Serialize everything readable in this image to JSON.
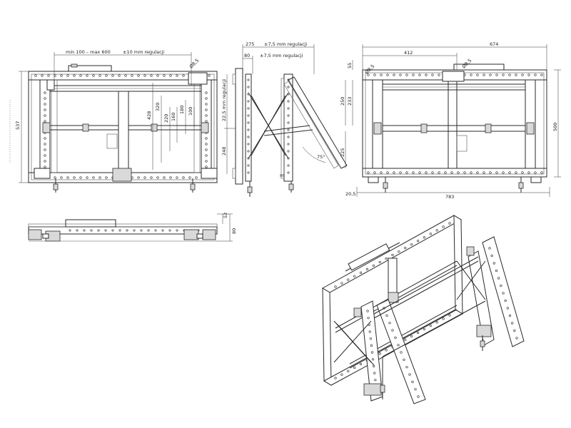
{
  "front_view": {
    "width_range": "min 100 – max 600",
    "width_adjust": "±10 mm regulacji",
    "height_total": "537",
    "inner_1": "428",
    "inner_2": "320",
    "inner_3": "220",
    "inner_4": "160",
    "inner_5": "180",
    "inner_6": "100",
    "dia": "Ø8,5"
  },
  "side_view": {
    "depth_max": "275",
    "depth_adjust": "±7,5 mm regulacji",
    "depth_min": "80",
    "depth_min_adjust": "±7,5 mm regulacji",
    "height_upper": "22,5 mm regulacji",
    "height_lower": "248",
    "angle": "75°"
  },
  "rear_view": {
    "width_total": "674",
    "width_inner": "412",
    "height_total": "500",
    "offset_top": "55",
    "v_250": "250",
    "v_233": "233",
    "v_225": "225",
    "dia": "Ø8,5",
    "bottom_offset": "20,5",
    "bottom_width": "783"
  },
  "bottom_view": {
    "d_52": "52",
    "d_80": "80"
  },
  "colors": {
    "line": "#2a2a2a",
    "background": "#ffffff"
  }
}
